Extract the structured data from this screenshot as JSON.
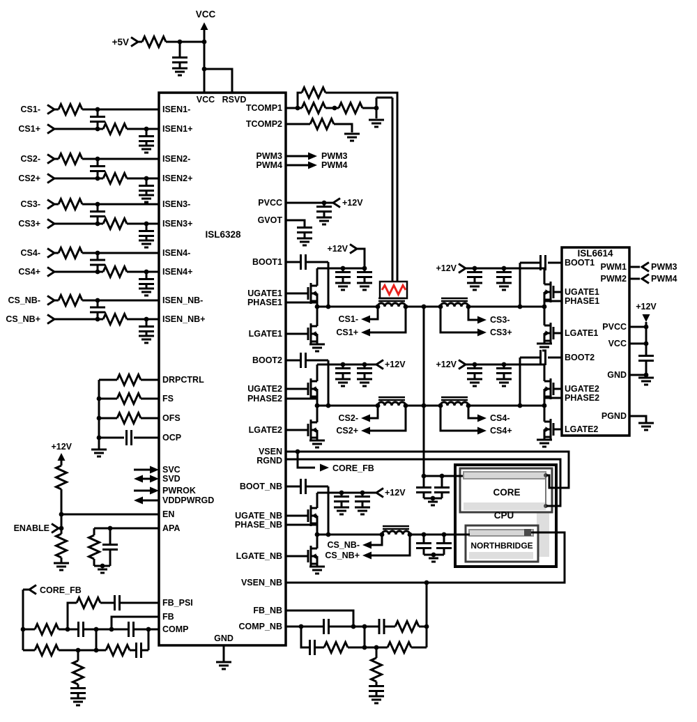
{
  "colors": {
    "wire": "#000000",
    "thermistor": "#e8211c",
    "background": "#ffffff",
    "block_gray": "#d6d6d6",
    "block_outline": "#3d3d3d"
  },
  "supply": {
    "vcc": "VCC",
    "p5v": "+5V",
    "p12v": "+12V"
  },
  "nets": {
    "enable": "ENABLE",
    "core_fb": "CORE_FB",
    "pwm3": "PWM3",
    "pwm4": "PWM4",
    "cs1n": "CS1-",
    "cs1p": "CS1+",
    "cs2n": "CS2-",
    "cs2p": "CS2+",
    "cs3n": "CS3-",
    "cs3p": "CS3+",
    "cs4n": "CS4-",
    "cs4p": "CS4+",
    "csnbn": "CS_NB-",
    "csnbp": "CS_NB+"
  },
  "u1": {
    "name": "ISL6328",
    "top": [
      "VCC",
      "RSVD"
    ],
    "bottom": "GND",
    "left": [
      "ISEN1-",
      "ISEN1+",
      "ISEN2-",
      "ISEN2+",
      "ISEN3-",
      "ISEN3+",
      "ISEN4-",
      "ISEN4+",
      "ISEN_NB-",
      "ISEN_NB+",
      "DRPCTRL",
      "FS",
      "OFS",
      "OCP",
      "SVC",
      "SVD",
      "PWROK",
      "VDDPWRGD",
      "EN",
      "APA",
      "FB_PSI",
      "FB",
      "COMP"
    ],
    "right": [
      "TCOMP1",
      "TCOMP2",
      "PWM3",
      "PWM4",
      "PVCC",
      "GVOT",
      "BOOT1",
      "UGATE1",
      "PHASE1",
      "LGATE1",
      "BOOT2",
      "UGATE2",
      "PHASE2",
      "LGATE2",
      "VSEN",
      "RGND",
      "BOOT_NB",
      "UGATE_NB",
      "PHASE_NB",
      "LGATE_NB",
      "VSEN_NB",
      "FB_NB",
      "COMP_NB"
    ]
  },
  "u2": {
    "name": "ISL6614",
    "left": [
      "BOOT1",
      "UGATE1",
      "PHASE1",
      "LGATE1",
      "BOOT2",
      "UGATE2",
      "PHASE2",
      "LGATE2"
    ],
    "right": [
      "PWM1",
      "PWM2",
      "PVCC",
      "VCC",
      "GND",
      "PGND"
    ]
  },
  "cpu": {
    "label": "CPU",
    "core": "CORE",
    "northbridge": "NORTHBRIDGE"
  }
}
